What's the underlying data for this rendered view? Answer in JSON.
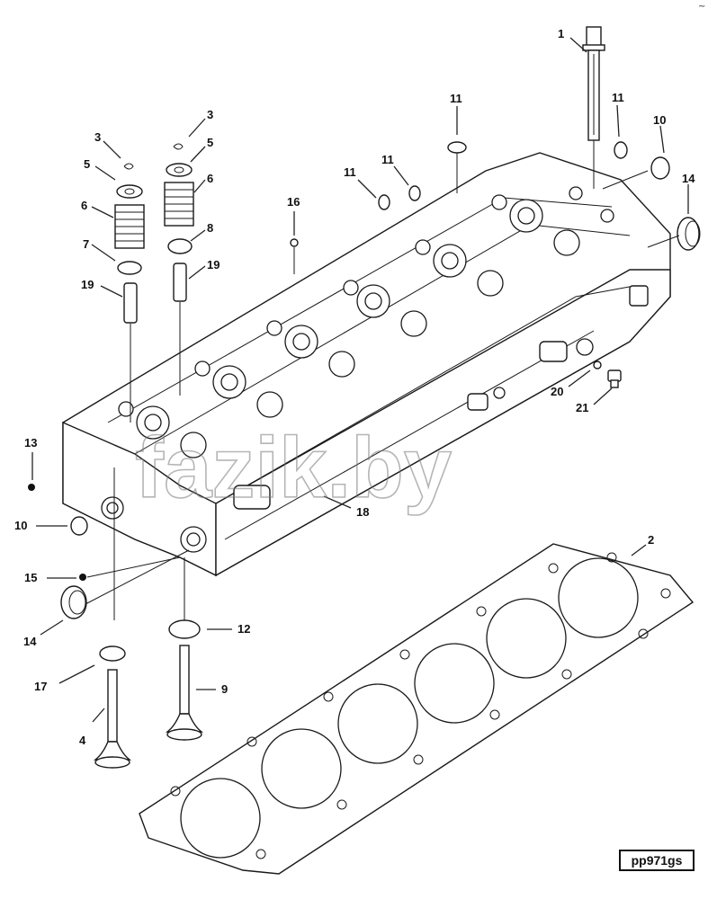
{
  "callouts": {
    "c1": "1",
    "c2": "2",
    "c3a": "3",
    "c3b": "3",
    "c4": "4",
    "c5a": "5",
    "c5b": "5",
    "c6a": "6",
    "c6b": "6",
    "c7": "7",
    "c8": "8",
    "c9": "9",
    "c10a": "10",
    "c10b": "10",
    "c11a": "11",
    "c11b": "11",
    "c11c": "11",
    "c11d": "11",
    "c12": "12",
    "c13": "13",
    "c14a": "14",
    "c14b": "14",
    "c15": "15",
    "c16": "16",
    "c17": "17",
    "c18": "18",
    "c19a": "19",
    "c19b": "19",
    "c20": "20",
    "c21": "21"
  },
  "watermark": "fazik.by",
  "figure_ref": "pp971gs",
  "corner_mark": "~"
}
